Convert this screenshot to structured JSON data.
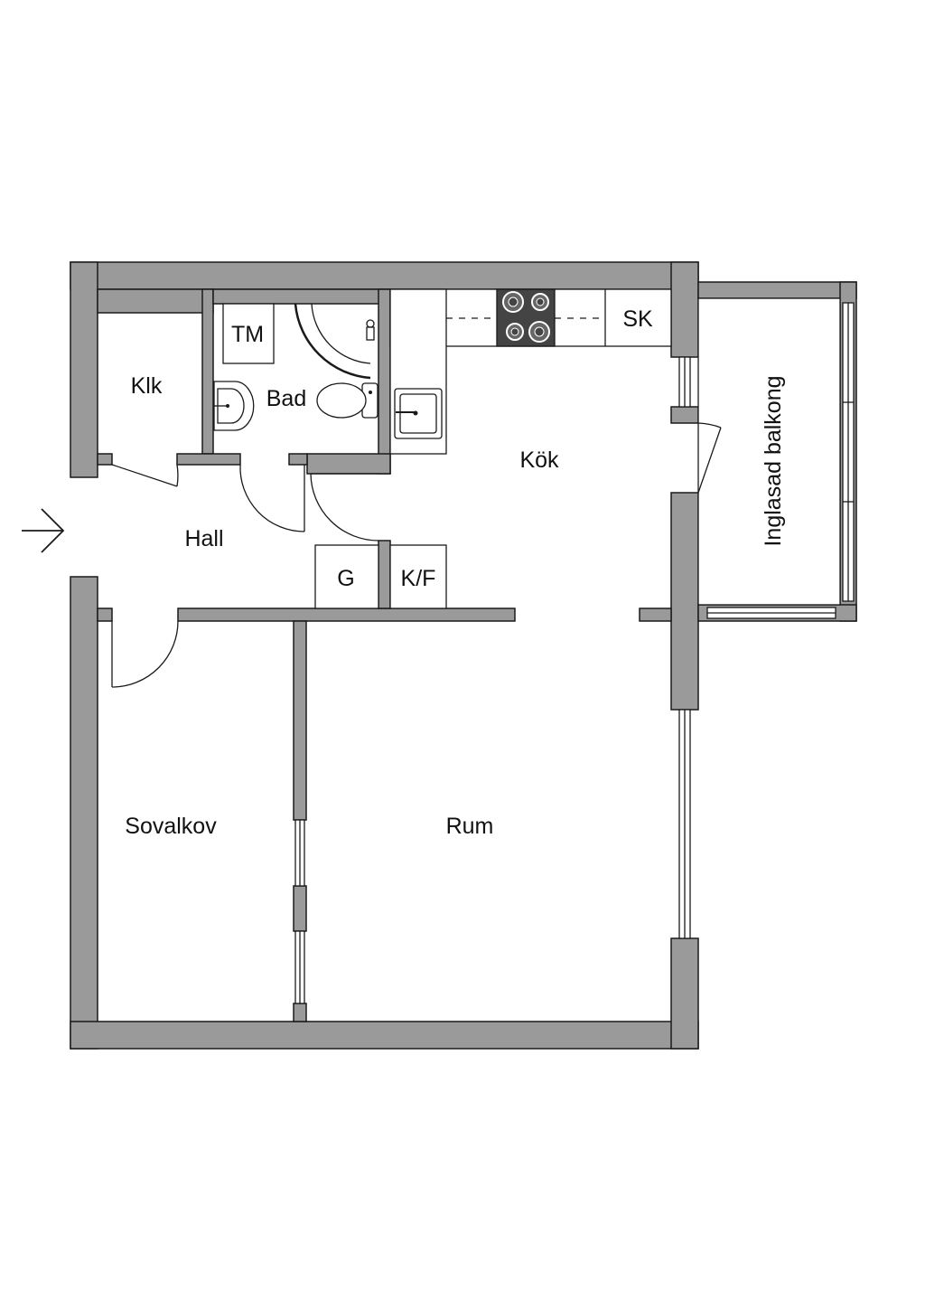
{
  "rooms": {
    "klk": "Klk",
    "tm": "TM",
    "bad": "Bad",
    "kok": "Kök",
    "sk": "SK",
    "hall": "Hall",
    "g": "G",
    "kf": "K/F",
    "sovalkov": "Sovalkov",
    "rum": "Rum",
    "balkong": "Inglasad balkong"
  },
  "icons": {
    "entrance": "entrance-arrow-icon",
    "stove": "stove-icon",
    "sink": "sink-icon",
    "toilet": "toilet-icon",
    "basin": "washbasin-icon"
  },
  "colors": {
    "wall": "#9a9a9a",
    "line": "#1a1a1a",
    "stove": "#444444"
  }
}
